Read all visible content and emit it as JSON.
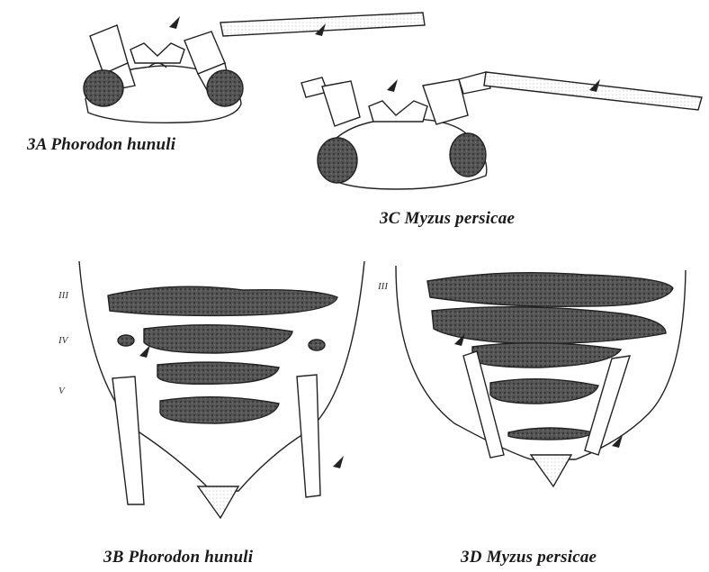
{
  "panels": [
    {
      "id": "3A",
      "caption": "3A  Phorodon hunuli"
    },
    {
      "id": "3C",
      "caption": "3C  Myzus persicae"
    },
    {
      "id": "3B",
      "caption": "3B  Phorodon hunuli",
      "segment_labels": [
        "III",
        "IV",
        "V"
      ]
    },
    {
      "id": "3D",
      "caption": "3D  Myzus persicae",
      "segment_labels": [
        "III"
      ]
    }
  ]
}
